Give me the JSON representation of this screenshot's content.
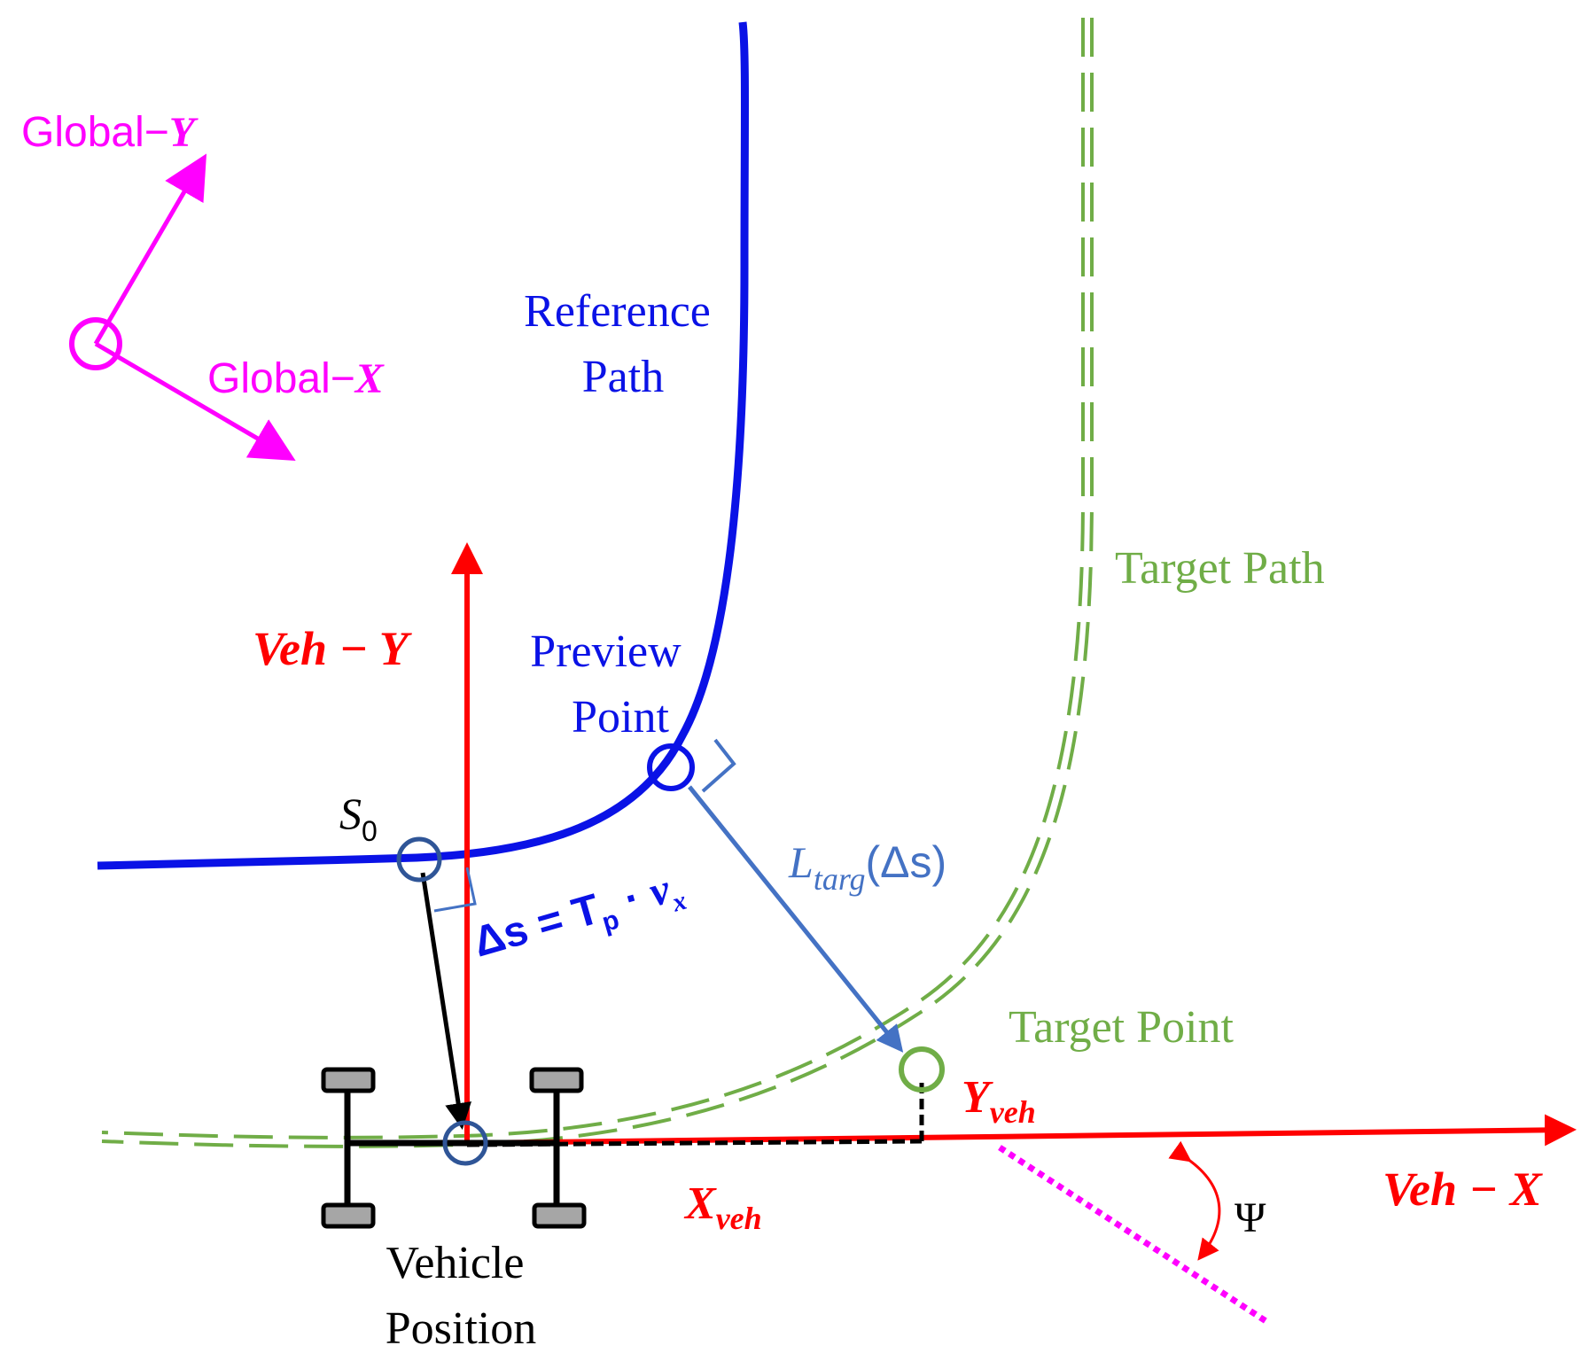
{
  "colors": {
    "reference": "#0a12e6",
    "target": "#70ad47",
    "vehicle_axes": "#ff0000",
    "global_axes": "#ff00ff",
    "distance_arrow": "#4472c4",
    "s0_marker": "#2f5597",
    "black": "#000000",
    "wheel": "#a6a6a6"
  },
  "global_frame": {
    "y_label": "Global−",
    "y_var": "Y",
    "x_label": "Global−",
    "x_var": "X"
  },
  "reference_path": {
    "line1": "Reference",
    "line2": "Path"
  },
  "target_path": {
    "label": "Target Path"
  },
  "preview_point": {
    "line1": "Preview",
    "line2": "Point"
  },
  "target_point": {
    "label": "Target Point"
  },
  "s0": {
    "main": "S",
    "sub": "0"
  },
  "delta_s": {
    "lhs": "Δs = T",
    "tp_sub": "p",
    "mid": " · ",
    "v": "v",
    "v_sub": "x"
  },
  "l_targ": {
    "main": "L",
    "sub": "targ",
    "arg": "(Δs)"
  },
  "veh_y_axis": {
    "label": "Veh − Y"
  },
  "veh_x_axis": {
    "label": "Veh − X"
  },
  "x_veh": {
    "main": "X",
    "sub": "veh"
  },
  "y_veh": {
    "main": "Y",
    "sub": "veh"
  },
  "psi": {
    "label": "Ψ"
  },
  "vehicle_position": {
    "line1": "Vehicle",
    "line2": "Position"
  }
}
